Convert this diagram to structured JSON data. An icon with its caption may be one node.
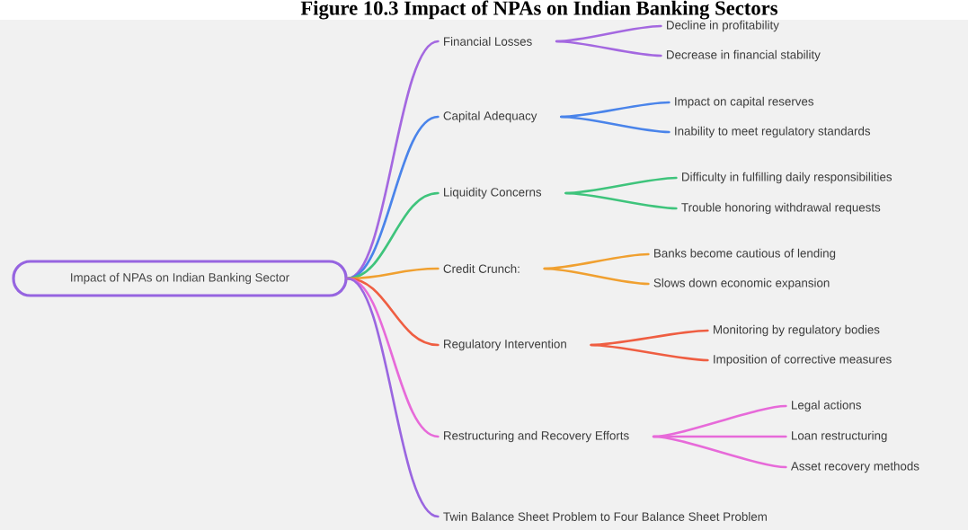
{
  "diagram": {
    "title": "Figure 10.3 Impact of NPAs on Indian Banking Sectors",
    "nodes": [
      {
        "text": [
          "Impact of NPAs on Indian Banking Sector"
        ]
      },
      {
        "text": [
          "Financial Losses"
        ]
      },
      {
        "text": [
          "Capital Adequacy"
        ]
      },
      {
        "text": [
          "Liquidity Concerns"
        ]
      },
      {
        "text": [
          "Credit Crunch:"
        ]
      },
      {
        "text": [
          "Regulatory Intervention"
        ]
      },
      {
        "text": [
          "Restructuring and Recovery Efforts"
        ]
      },
      {
        "text": [
          "Twin Balance Sheet Problem to Four Balance Sheet Problem"
        ]
      },
      {
        "text": [
          "Decline in profitability"
        ]
      },
      {
        "text": [
          "Decrease in financial stability"
        ]
      },
      {
        "text": [
          "Impact on capital reserves"
        ]
      },
      {
        "text": [
          "Inability to meet regulatory standards"
        ]
      },
      {
        "text": [
          "Difficulty in fulfilling daily responsibilities"
        ]
      },
      {
        "text": [
          "Trouble honoring withdrawal requests"
        ]
      },
      {
        "text": [
          "Banks become cautious of lending"
        ]
      },
      {
        "text": [
          "Slows down economic expansion"
        ]
      },
      {
        "text": [
          "Monitoring by regulatory bodies"
        ]
      },
      {
        "text": [
          "Imposition of corrective measures"
        ]
      },
      {
        "text": [
          "Legal actions"
        ]
      },
      {
        "text": [
          "Loan restructuring"
        ]
      },
      {
        "text": [
          "Asset recovery methods"
        ]
      }
    ],
    "edges": [
      {
        "from": 0,
        "to": 1,
        "arrow": "none",
        "color": "#a468e0"
      },
      {
        "from": 0,
        "to": 2,
        "arrow": "none",
        "color": "#4a84ea"
      },
      {
        "from": 0,
        "to": 3,
        "arrow": "none",
        "color": "#3fc47c"
      },
      {
        "from": 0,
        "to": 4,
        "arrow": "none",
        "color": "#f0a030"
      },
      {
        "from": 0,
        "to": 5,
        "arrow": "none",
        "color": "#ef5e42"
      },
      {
        "from": 0,
        "to": 6,
        "arrow": "none",
        "color": "#e76ad9"
      },
      {
        "from": 0,
        "to": 7,
        "arrow": "none",
        "color": "#9a66e0"
      },
      {
        "from": 1,
        "to": 8,
        "arrow": "none",
        "color": "#a468e0"
      },
      {
        "from": 1,
        "to": 9,
        "arrow": "none",
        "color": "#a468e0"
      },
      {
        "from": 2,
        "to": 10,
        "arrow": "none",
        "color": "#4a84ea"
      },
      {
        "from": 2,
        "to": 11,
        "arrow": "none",
        "color": "#4a84ea"
      },
      {
        "from": 3,
        "to": 12,
        "arrow": "none",
        "color": "#3fc47c"
      },
      {
        "from": 3,
        "to": 13,
        "arrow": "none",
        "color": "#3fc47c"
      },
      {
        "from": 4,
        "to": 14,
        "arrow": "none",
        "color": "#f0a030"
      },
      {
        "from": 4,
        "to": 15,
        "arrow": "none",
        "color": "#f0a030"
      },
      {
        "from": 5,
        "to": 16,
        "arrow": "none",
        "color": "#ef5e42"
      },
      {
        "from": 5,
        "to": 17,
        "arrow": "none",
        "color": "#ef5e42"
      },
      {
        "from": 6,
        "to": 18,
        "arrow": "none",
        "color": "#e76ad9"
      },
      {
        "from": 6,
        "to": 19,
        "arrow": "none",
        "color": "#e76ad9"
      },
      {
        "from": 6,
        "to": 20,
        "arrow": "none",
        "color": "#e76ad9"
      }
    ]
  }
}
